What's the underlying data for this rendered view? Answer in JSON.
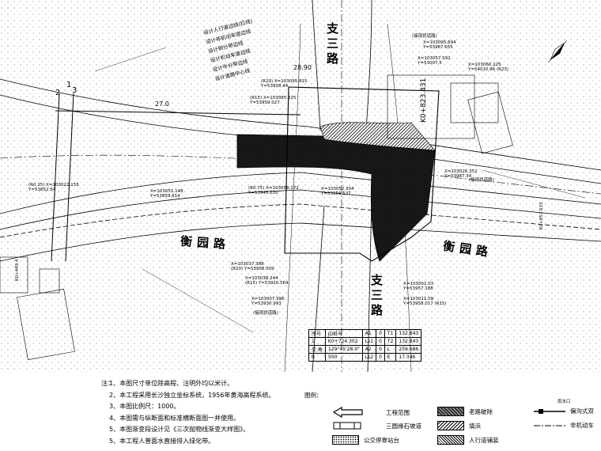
{
  "roads": {
    "main_road": "衡园路",
    "cross_road": "支三路"
  },
  "labels": {
    "chainage_a": "K0+823.431",
    "chainage_b": "K0+857.633",
    "chainage_c": "K0+449.4",
    "existing_elev": "28.90",
    "existing_elev_2": "27.0",
    "connect_road_1": "(接现状道路)",
    "connect_road_2": "(接现状道路)",
    "connect_road_3": "(接现状道路)",
    "section_1": "1",
    "section_2": "2",
    "section_3": "3",
    "legend_lines": [
      "设计人行道边线(红线)",
      "设计非机动车道边线",
      "设计侧分带边线",
      "设计机动车道边线",
      "设计中分带边线",
      "设计道路中心线"
    ],
    "coords": [
      {
        "text": "X=103095.815",
        "sub": "Y=53958.44"
      },
      {
        "text": "X=103085.325",
        "sub": "Y=53959.027"
      },
      {
        "text": "X=103095.694",
        "sub": "Y=53987.655"
      },
      {
        "text": "X=103057.592",
        "sub": "Y=53007.5"
      },
      {
        "text": "X=103060.225",
        "sub": "Y=54010.86"
      },
      {
        "text": "X=103022.155",
        "sub": "Y=53852.64"
      },
      {
        "text": "X=103051.148",
        "sub": "Y=53859.614"
      },
      {
        "text": "X=103058.172",
        "sub": "Y=53945.630"
      },
      {
        "text": "X=103052.304",
        "sub": "Y=53959.537"
      },
      {
        "text": "X=103026.352",
        "sub": "Y=53987.34"
      },
      {
        "text": "X=103037.388",
        "sub": "Y=53908.009"
      },
      {
        "text": "X=103038.244",
        "sub": "Y=53920.564"
      },
      {
        "text": "X=103007.996",
        "sub": "Y=53930.993"
      },
      {
        "text": "X=103002.03",
        "sub": "Y=53957.188"
      },
      {
        "text": "X=103011.09",
        "sub": "Y=53958.017"
      }
    ],
    "radius_tags": [
      "(R20)",
      "(R15)",
      "(R23)",
      "(R0.25)",
      "(R0.75)",
      "(R20)",
      "(R15)",
      "(R15)"
    ]
  },
  "curve_table": {
    "rows": [
      [
        "序号",
        "JD桩号",
        "A1",
        "0",
        "T1",
        "132.843"
      ],
      [
        "1",
        "K0+724.302",
        "Ls1",
        "0",
        "T2",
        "132.843"
      ],
      [
        "交 角",
        "129°45'28.0\"",
        "A2",
        "0",
        "L",
        "259.686"
      ],
      [
        "R",
        "500",
        "Ls2",
        "0",
        "E",
        "17.346"
      ]
    ]
  },
  "notes": {
    "heading": "注：",
    "items": [
      "1、本图尺寸单位除高程、注明外均以米计。",
      "2、本工程采用长沙独立坐标系统，1956年黄海高程系统。",
      "3、本图比例尺：1000。",
      "4、本图需与纵断面和标准横断面图一并使用。",
      "5、本图渐变段设计见《三次抛物线渐变大样图》。",
      "5、本工程人普面水直接排入绿化带。"
    ]
  },
  "legend": {
    "title": "图例：",
    "items": [
      {
        "label": "工程范围",
        "icon": "arrow-outline-icon"
      },
      {
        "label": "老路破除",
        "icon": "old-road-hatch-icon"
      },
      {
        "label": "偏沟式双",
        "icon": "gutter-inlet-icon"
      },
      {
        "label": "三圆缘石坡道",
        "icon": "curb-ramp-icon"
      },
      {
        "label": "填浜",
        "icon": "fill-hatch-icon"
      },
      {
        "label": "非机动车",
        "icon": "bike-lane-icon"
      },
      {
        "label": "公交停靠站台",
        "icon": "bus-stop-icon"
      },
      {
        "label": "人行道铺装",
        "icon": "sidewalk-paving-icon"
      }
    ],
    "gutter_note": "雨水口"
  }
}
